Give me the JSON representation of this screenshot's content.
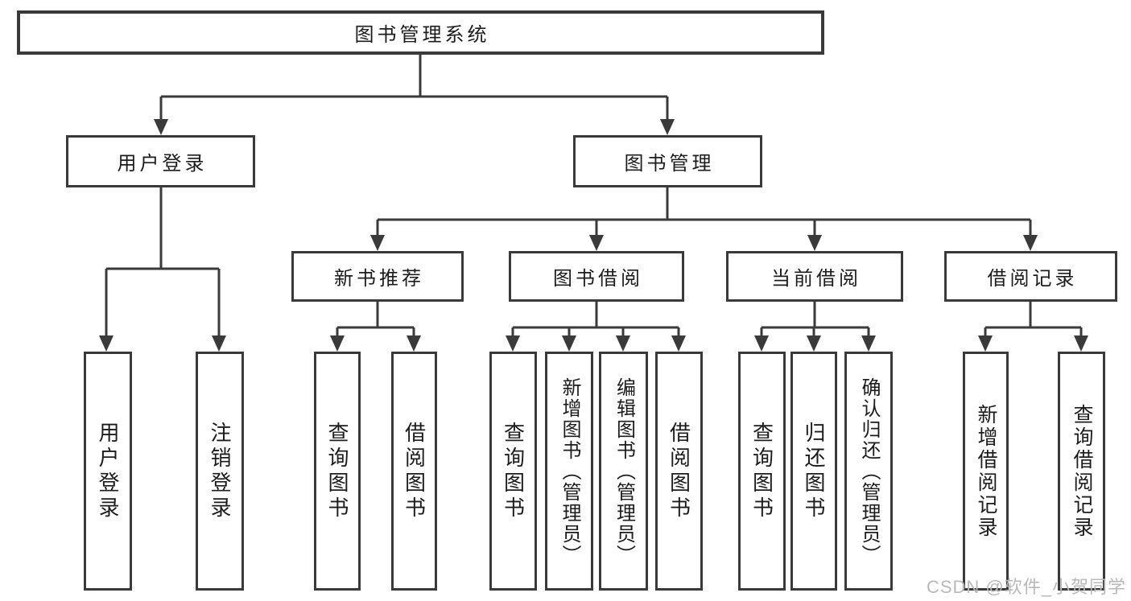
{
  "colors": {
    "line": "#3a3a3a",
    "text": "#1c1c1c",
    "background": "#ffffff",
    "watermark_text": "#b9b9b9"
  },
  "watermark": {
    "text": "CSDN @软件_小贺同学"
  },
  "tree": {
    "root": {
      "label": "图书管理系统"
    },
    "branches": [
      {
        "label": "用户登录",
        "leaves": [
          {
            "label": "用户登录"
          },
          {
            "label": "注销登录"
          }
        ]
      },
      {
        "label": "图书管理",
        "groups": [
          {
            "label": "新书推荐",
            "leaves": [
              {
                "label": "查询图书"
              },
              {
                "label": "借阅图书"
              }
            ]
          },
          {
            "label": "图书借阅",
            "leaves": [
              {
                "label": "查询图书"
              },
              {
                "label": "新增图书（管理员）"
              },
              {
                "label": "编辑图书（管理员）"
              },
              {
                "label": "借阅图书"
              }
            ]
          },
          {
            "label": "当前借阅",
            "leaves": [
              {
                "label": "查询图书"
              },
              {
                "label": "归还图书"
              },
              {
                "label": "确认归还（管理员）"
              }
            ]
          },
          {
            "label": "借阅记录",
            "leaves": [
              {
                "label": "新增借阅记录"
              },
              {
                "label": "查询借阅记录"
              }
            ]
          }
        ]
      }
    ]
  }
}
